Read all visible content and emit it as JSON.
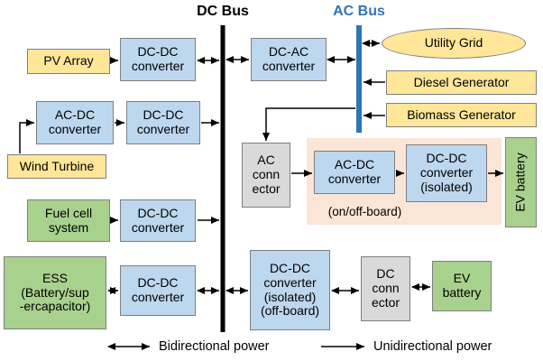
{
  "buses": {
    "dc_label": "DC Bus",
    "ac_label": "AC Bus"
  },
  "nodes": {
    "pv_array": "PV Array",
    "pv_dcdc": "DC-DC\nconverter",
    "dc_ac": "DC-AC\nconverter",
    "utility_grid": "Utility Grid",
    "diesel_generator": "Diesel Generator",
    "biomass_generator": "Biomass Generator",
    "wind_acdc": "AC-DC\nconverter",
    "wind_dcdc": "DC-DC\nconverter",
    "wind_turbine": "Wind Turbine",
    "ac_connector": "AC\nconn\nector",
    "onboard_acdc": "AC-DC\nconverter",
    "onboard_dcdc": "DC-DC\nconverter\n(isolated)",
    "onoff_board_note": "(on/off-board)",
    "ev_battery_ac": "EV battery",
    "fuel_cell": "Fuel cell\nsystem",
    "fuel_dcdc": "DC-DC\nconverter",
    "ess": "ESS\n(Battery/sup\n-ercapacitor)",
    "ess_dcdc": "DC-DC\nconverter",
    "offboard_dcdc": "DC-DC\nconverter\n(isolated)\n(off-board)",
    "dc_connector": "DC\nconn\nector",
    "ev_battery_dc": "EV\nbattery"
  },
  "legend": {
    "bidirectional": "Bidirectional power",
    "unidirectional": "Unidirectional power"
  },
  "colors": {
    "source_yellow": "#ffe699",
    "converter_blue": "#bdd7ee",
    "storage_green": "#a9d18e",
    "connector_gray": "#d9d9d9",
    "ev_region_pink": "#fbe5d6",
    "ac_bus_blue": "#2e75b6",
    "dc_bus_black": "#000000"
  }
}
